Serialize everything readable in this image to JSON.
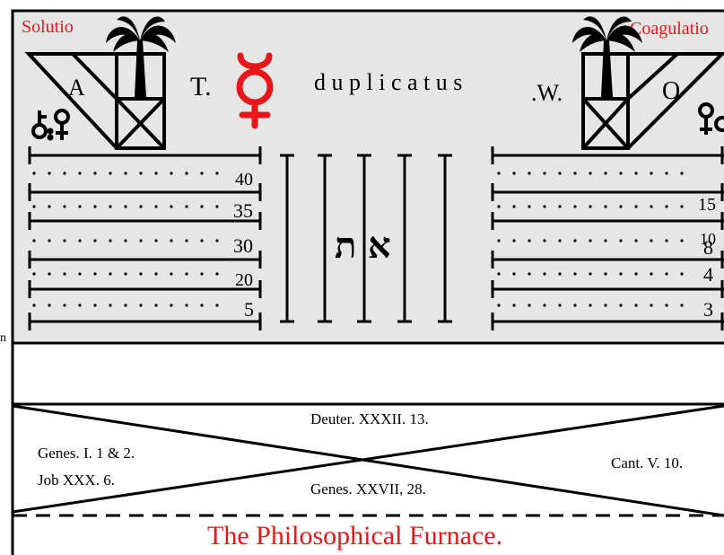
{
  "labels": {
    "solutio": "Solutio",
    "coagulatio": "Coagulatio",
    "letter_a": "A",
    "letter_t": "T.",
    "duplicatus": "d u p l i c a t u s",
    "letter_w": ".W.",
    "letter_o": "O",
    "left_edge_mark": "n",
    "mercury_symbol": "☿",
    "hebrew_tav": "ת",
    "hebrew_aleph": "א"
  },
  "left_scale": [
    "40",
    "35",
    "30",
    "20",
    "5"
  ],
  "right_scale": [
    "15",
    "10",
    "8",
    "4",
    "3"
  ],
  "references": {
    "top": "Deuter. XXXII. 13.",
    "left_line1": "Genes. I. 1 & 2.",
    "left_line2": "Job XXX. 6.",
    "right": "Cant. V. 10.",
    "bottom": "Genes. XXVII, 28."
  },
  "title": "The Philosophical Furnace.",
  "colors": {
    "accent_red": "#e8151b",
    "panel_gray": "#e6e6e6",
    "ink": "#000000"
  },
  "icons": [
    "palm-tree-icon",
    "mercury-symbol-icon",
    "key-glyph-icon"
  ]
}
